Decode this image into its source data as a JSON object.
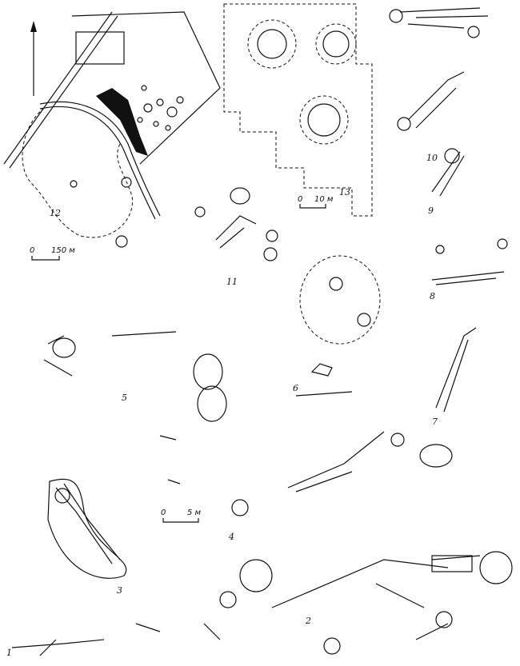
{
  "figure": {
    "labels": [
      "1",
      "2",
      "3",
      "4",
      "5",
      "6",
      "7",
      "8",
      "9",
      "10",
      "11",
      "12",
      "13"
    ],
    "scale_bars": {
      "s150": {
        "zero": "0",
        "value": "150 м"
      },
      "s10": {
        "zero": "0",
        "value": "10 м"
      },
      "s5": {
        "zero": "0",
        "value": "5 м"
      }
    }
  }
}
